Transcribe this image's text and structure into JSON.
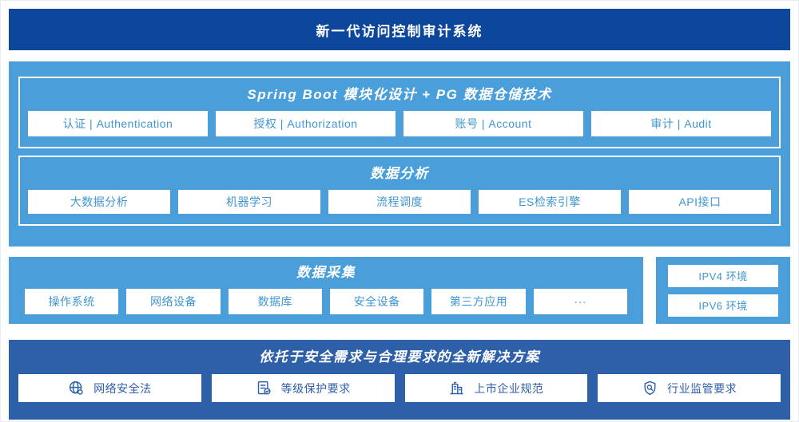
{
  "colors": {
    "banner_blue": "#0c479c",
    "section_blue": "#4a9ed9",
    "solution_blue": "#2e5fa9",
    "box_text_blue": "#3f96d2",
    "box_bg": "#ffffff"
  },
  "banner": {
    "title": "新一代访问控制审计系统"
  },
  "platform": {
    "title": "Spring Boot 模块化设计 + PG 数据仓储技术",
    "modules": [
      "认证 | Authentication",
      "授权 | Authorization",
      "账号 | Account",
      "审计 | Audit"
    ],
    "analysis": {
      "title": "数据分析",
      "items": [
        "大数据分析",
        "机器学习",
        "流程调度",
        "ES检索引擎",
        "API接口"
      ]
    }
  },
  "collection": {
    "title": "数据采集",
    "items": [
      "操作系统",
      "网络设备",
      "数据库",
      "安全设备",
      "第三方应用",
      "···"
    ],
    "env": {
      "items": [
        "IPV4 环境",
        "IPV6 环境"
      ]
    }
  },
  "solution": {
    "title": "依托于安全需求与合理要求的全新解决方案",
    "items": [
      {
        "icon": "globe-icon",
        "label": "网络安全法"
      },
      {
        "icon": "document-check-icon",
        "label": "等级保护要求"
      },
      {
        "icon": "building-icon",
        "label": "上市企业规范"
      },
      {
        "icon": "shield-search-icon",
        "label": "行业监管要求"
      }
    ]
  }
}
